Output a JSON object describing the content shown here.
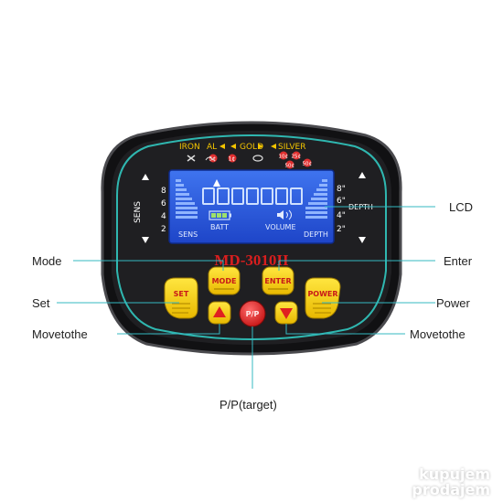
{
  "device": {
    "model": "MD-3010II",
    "metal_scale": {
      "iron": "IRON",
      "al": "AL",
      "gold": "GOLD",
      "silver": "SILVER"
    },
    "target_ids": [
      "5¢",
      "1¢",
      "10¢",
      "25¢",
      "50¢"
    ],
    "lcd": {
      "sens_label": "SENS",
      "batt_label": "BATT",
      "volume_label": "VOLUME",
      "depth_label": "DEPTH",
      "sens_bottom_label": "SENS"
    },
    "sens_scale": [
      "8",
      "6",
      "4",
      "2"
    ],
    "depth_scale": [
      "8\"",
      "6\"",
      "4\"",
      "2\""
    ],
    "side_sens_label": "SENS",
    "side_depth_label": "DEPTH",
    "buttons": {
      "set": "SET",
      "mode": "MODE",
      "enter": "ENTER",
      "power": "POWER",
      "pp": "P/P"
    }
  },
  "callouts": {
    "lcd": "LCD",
    "mode": "Mode",
    "enter": "Enter",
    "set": "Set",
    "power": "Power",
    "move_left": "Movetothe",
    "move_right": "Movetothe",
    "pp_target": "P/P(target)"
  },
  "watermark": {
    "line1": "kupujem",
    "line2": "prodajem"
  },
  "colors": {
    "body": "#1d1d1f",
    "rim": "#3a3a3c",
    "teal_outline": "#2fb7b0",
    "lcd": "#2a5be0",
    "button_yellow": "#f5d200",
    "button_red": "#e02a2a",
    "model_red": "#d81e1e",
    "leader": "#34b9c2"
  }
}
